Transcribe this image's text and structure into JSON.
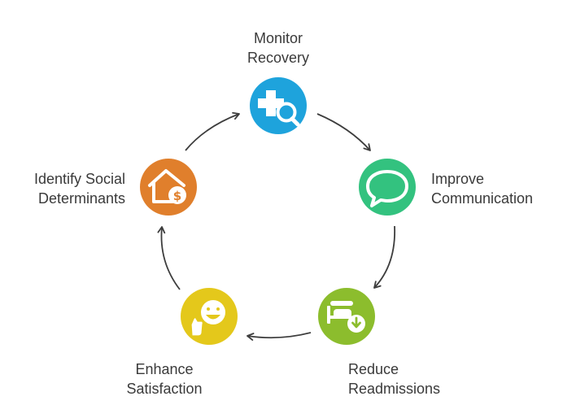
{
  "nodes": [
    {
      "id": "monitor",
      "lines": [
        "Monitor",
        "Recovery"
      ],
      "color": "#1ea3dc",
      "icon": "medical-search-icon"
    },
    {
      "id": "communication",
      "lines": [
        "Improve",
        "Communication"
      ],
      "color": "#33c27f",
      "icon": "speech-bubble-icon"
    },
    {
      "id": "readmissions",
      "lines": [
        "Reduce",
        "Readmissions"
      ],
      "color": "#8cbd2d",
      "icon": "hospital-bed-down-icon"
    },
    {
      "id": "satisfaction",
      "lines": [
        "Enhance",
        "Satisfaction"
      ],
      "color": "#e4c81b",
      "icon": "thumbs-up-smiley-icon"
    },
    {
      "id": "determinants",
      "lines": [
        "Identify Social",
        "Determinants"
      ],
      "color": "#e07f2c",
      "icon": "house-dollar-icon"
    }
  ],
  "arrow_color": "#3d3d3d"
}
